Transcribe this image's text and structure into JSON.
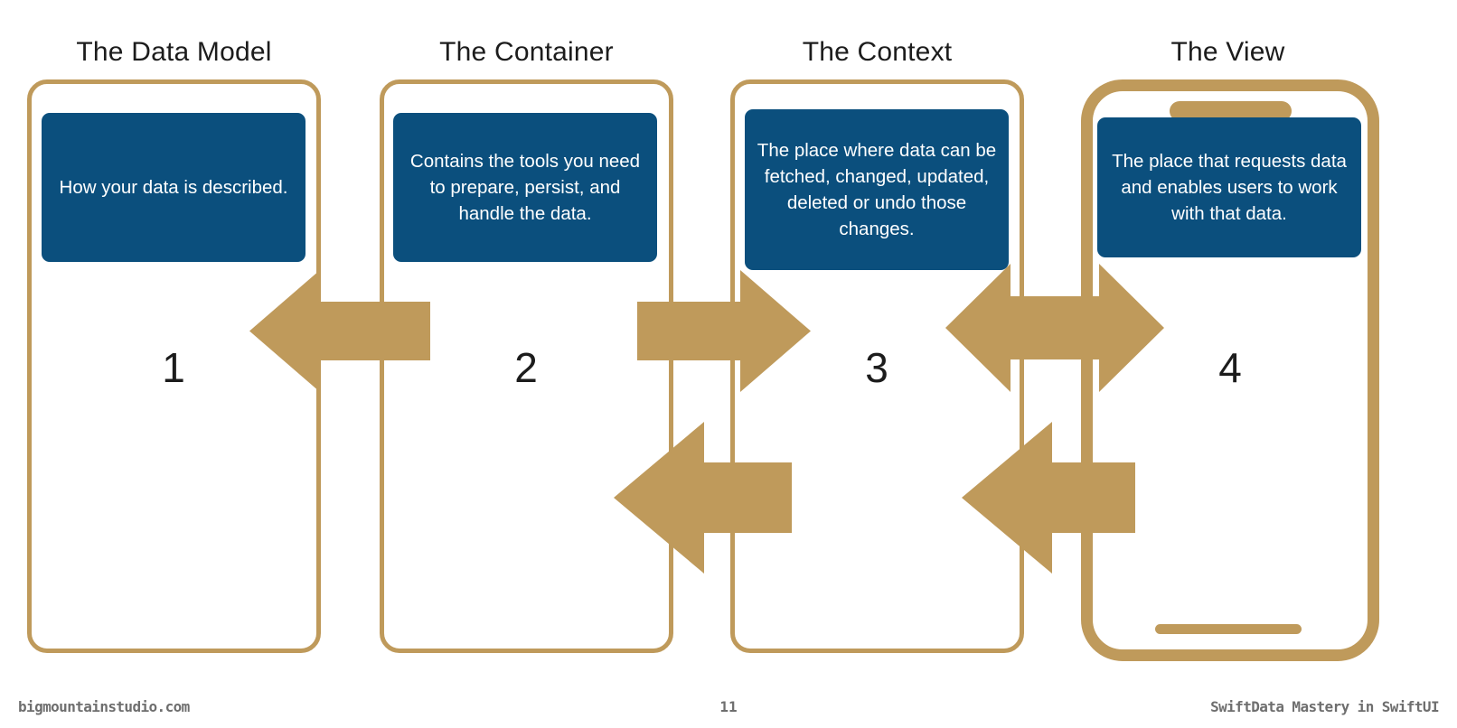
{
  "slide": {
    "background_color": "#ffffff",
    "accent_gold": "#bf9a5b",
    "accent_blue": "#0b4f7d",
    "text_color": "#1c1c1c"
  },
  "columns": [
    {
      "title": "The Data Model",
      "number": "1",
      "description": "How your data is described.",
      "shape": "rounded-rect"
    },
    {
      "title": "The Container",
      "number": "2",
      "description": "Contains the tools you need to prepare, persist, and handle the data.",
      "shape": "rounded-rect"
    },
    {
      "title": "The Context",
      "number": "3",
      "description": "The place where data can be fetched, changed, updated, deleted or undo those changes.",
      "shape": "rounded-rect"
    },
    {
      "title": "The View",
      "number": "4",
      "description": "The place that requests data and enables users to work with that data.",
      "shape": "phone"
    }
  ],
  "arrows": [
    {
      "name": "arrow-container-to-data-model",
      "direction": "left",
      "row": "upper"
    },
    {
      "name": "arrow-container-to-context",
      "direction": "right",
      "row": "upper"
    },
    {
      "name": "arrow-context-to-view",
      "direction": "both",
      "row": "upper"
    },
    {
      "name": "arrow-context-to-container",
      "direction": "left",
      "row": "lower"
    },
    {
      "name": "arrow-view-to-context",
      "direction": "left",
      "row": "lower"
    }
  ],
  "footer": {
    "left": "bigmountainstudio.com",
    "page": "11",
    "right": "SwiftData Mastery in SwiftUI"
  }
}
